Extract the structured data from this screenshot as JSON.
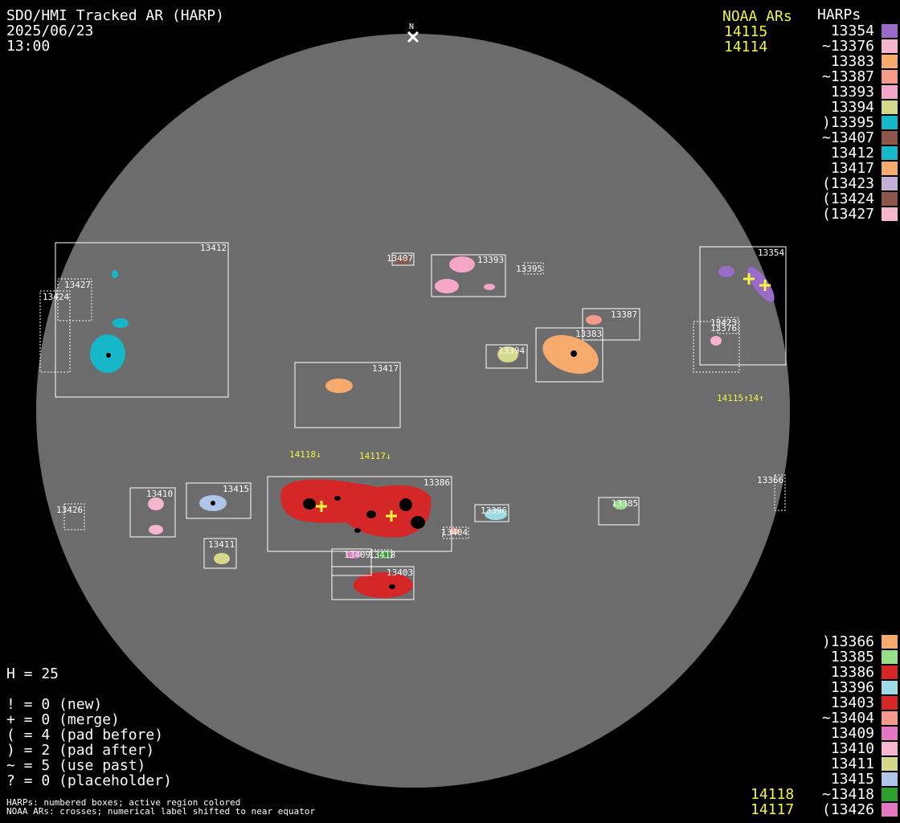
{
  "header": {
    "title": "SDO/HMI Tracked AR (HARP)",
    "date": "2025/06/23",
    "time": "13:00"
  },
  "north_label": "N",
  "noaa_header": "NOAA ARs",
  "harps_header": "HARPs",
  "noaa_top": [
    "14115",
    "14114"
  ],
  "noaa_bottom": [
    "14118",
    "14117"
  ],
  "harps_top": [
    {
      "label": "13354",
      "color": "#9b6bc8"
    },
    {
      "label": "~13376",
      "color": "#f6b3cc"
    },
    {
      "label": "13383",
      "color": "#f6ab6c"
    },
    {
      "label": "~13387",
      "color": "#f69a8c"
    },
    {
      "label": "13393",
      "color": "#f6a6c6"
    },
    {
      "label": "13394",
      "color": "#d3d88a"
    },
    {
      "label": ")13395",
      "color": "#16b7c9"
    },
    {
      "label": "~13407",
      "color": "#8c564b"
    },
    {
      "label": "13412",
      "color": "#16b7c9"
    },
    {
      "label": "13417",
      "color": "#f6ab6c"
    },
    {
      "label": "(13423",
      "color": "#c5b0d5"
    },
    {
      "label": "(13424",
      "color": "#8c564b"
    },
    {
      "label": "(13427",
      "color": "#f6b6d0"
    }
  ],
  "harps_bottom": [
    {
      "label": ")13366",
      "color": "#f6ab6c"
    },
    {
      "label": "13385",
      "color": "#98df8a"
    },
    {
      "label": "13386",
      "color": "#d62728"
    },
    {
      "label": "13396",
      "color": "#9edae5"
    },
    {
      "label": "13403",
      "color": "#d62728"
    },
    {
      "label": "~13404",
      "color": "#f69a8c"
    },
    {
      "label": "13409",
      "color": "#e377c2"
    },
    {
      "label": "13410",
      "color": "#f6b6d0"
    },
    {
      "label": "13411",
      "color": "#d3d88a"
    },
    {
      "label": "13415",
      "color": "#aec7e8"
    },
    {
      "label": "~13418",
      "color": "#2ca02c"
    },
    {
      "label": "(13426",
      "color": "#e377c2"
    }
  ],
  "stats": {
    "h": "H = 25",
    "lines": [
      "! = 0 (new)",
      "+ = 0 (merge)",
      "( = 4 (pad before)",
      ") = 2 (pad after)",
      "~ = 5 (use past)",
      "? = 0 (placeholder)"
    ]
  },
  "footer": {
    "line1": "HARPs: numbered boxes; active region colored",
    "line2": "NOAA ARs: crosses; numerical label shifted to near equator"
  },
  "disk_labels": {
    "b13412": "13412",
    "b13427": "13427",
    "b13424": "13424",
    "b13407": "13407",
    "b13393": "13393",
    "b13395": "13395",
    "b13354": "13354",
    "b13387": "13387",
    "b13383": "13383",
    "b13394": "13394",
    "b13423": "13423",
    "b13376": "13376",
    "b13417": "13417",
    "b13366": "13366",
    "b13410": "13410",
    "b13415": "13415",
    "b13386": "13386",
    "b13396": "13396",
    "b13385": "13385",
    "b13426": "13426",
    "b13404": "13404",
    "b13411": "13411",
    "b13409": "13409",
    "b13418": "13418",
    "b13403": "13403",
    "noaa14118": "14118↓",
    "noaa14117": "14117↓",
    "noaa14115": "14115↑",
    "noaa14114": "14↑"
  }
}
